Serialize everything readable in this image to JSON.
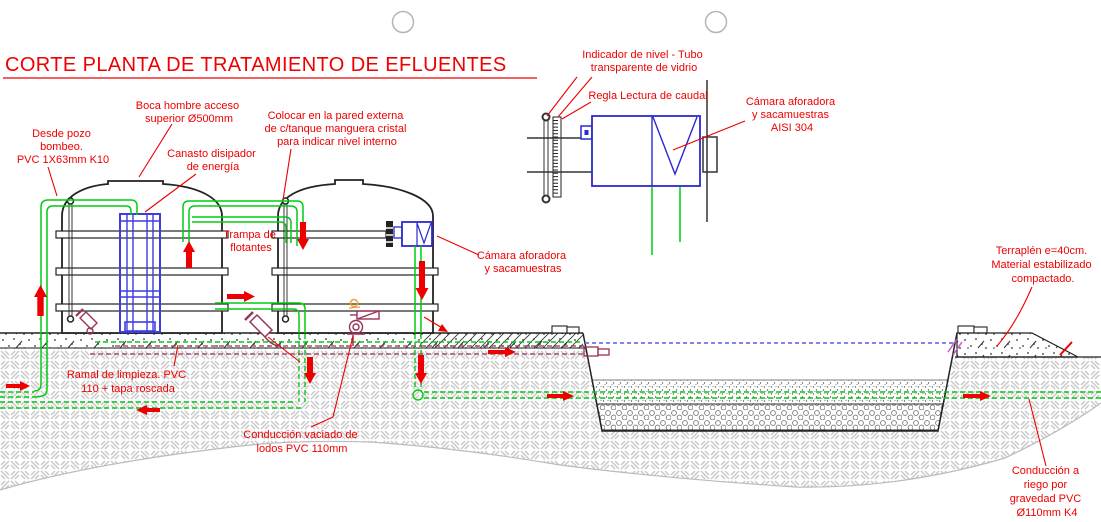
{
  "title": "CORTE PLANTA DE TRATAMIENTO DE EFLUENTES",
  "colors": {
    "label_red": "#ee0000",
    "pipe_green": "#00cc11",
    "structure_blue": "#2a2ad0",
    "lodos_maroon": "#993358",
    "water_level_blue": "#7070ee",
    "ground_hatch_gray": "#c9c9c9"
  },
  "labels": {
    "boca_hombre": {
      "lines": [
        "Boca hombre acceso",
        "superior Ø500mm"
      ]
    },
    "colocar_manguera": {
      "lines": [
        "Colocar en la pared externa",
        "de c/tanque manguera cristal",
        "para indicar nivel interno"
      ]
    },
    "desde_pozo": {
      "lines": [
        "Desde pozo",
        "bombeo.",
        "PVC 1X63mm K10"
      ]
    },
    "canasto": {
      "lines": [
        "Canasto disipador",
        "de energía"
      ]
    },
    "trampa": {
      "lines": [
        "Trampa de",
        "flotantes"
      ]
    },
    "camara_tanque": {
      "lines": [
        "Cámara aforadora",
        "y sacamuestras"
      ]
    },
    "indicador_nivel": {
      "lines": [
        "Indicador de nivel - Tubo",
        "transparente de vidrio"
      ]
    },
    "regla": {
      "lines": [
        "Regla Lectura de caudal"
      ]
    },
    "camara_aisi": {
      "lines": [
        "Cámara aforadora",
        "y sacamuestras",
        "AISI 304"
      ]
    },
    "terraplen": {
      "lines": [
        "Terraplén e=40cm.",
        "Material estabilizado",
        "compactado."
      ]
    },
    "ramal": {
      "lines": [
        "Ramal de limpieza. PVC",
        "110 + tapa roscada"
      ]
    },
    "vaciado": {
      "lines": [
        "Conducción vaciado de",
        "lodos PVC 110mm"
      ]
    },
    "riego": {
      "lines": [
        "Conducción a",
        "riego por",
        "gravedad PVC",
        "Ø110mm K4"
      ]
    }
  }
}
